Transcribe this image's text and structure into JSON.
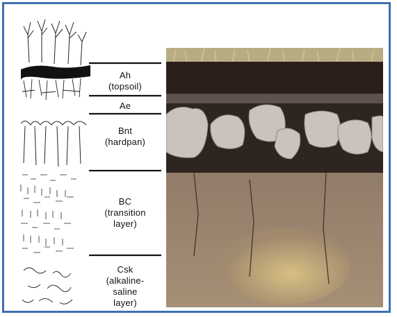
{
  "horizons": [
    {
      "lines": [
        "Ah",
        "(topsoil)"
      ]
    },
    {
      "lines": [
        "Ae"
      ]
    },
    {
      "lines": [
        "Bnt",
        "(hardpan)"
      ]
    },
    {
      "lines": [
        "BC",
        "(transition",
        "layer)"
      ]
    },
    {
      "lines": [
        "Csk",
        "(alkaline-",
        "saline",
        "layer)"
      ]
    }
  ],
  "colors": {
    "frame": "#3f6fb0",
    "topsoil": "#2b2019",
    "hardpan_columns": "#c9c2bd",
    "transition": "#8c7766",
    "csk": "#d8bf86"
  }
}
